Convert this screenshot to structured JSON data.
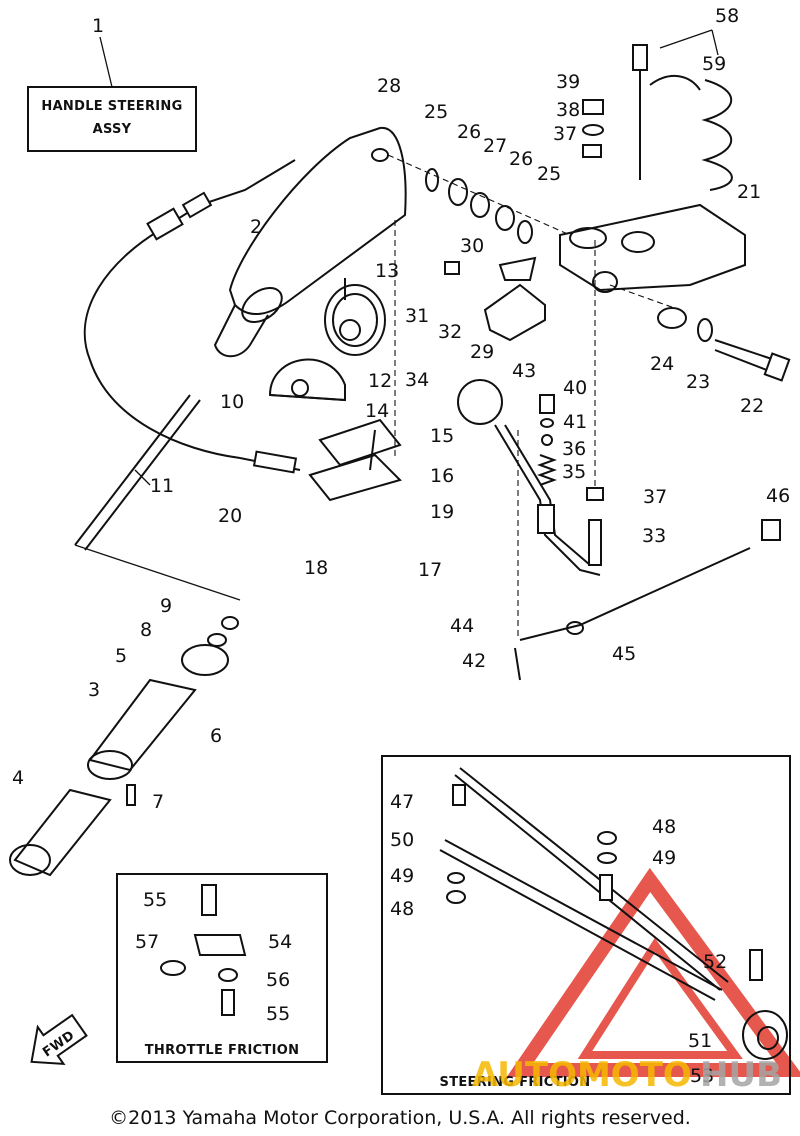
{
  "diagram": {
    "title_box": {
      "line1": "HANDLE STEERING",
      "line2": "ASSY",
      "callout": "1"
    },
    "insets": {
      "throttle_friction": "THROTTLE FRICTION",
      "steering_friction": "STEERING FRICTION",
      "fwd_arrow": "FWD"
    },
    "callouts": {
      "c2": "2",
      "c3": "3",
      "c4": "4",
      "c5": "5",
      "c6": "6",
      "c7": "7",
      "c8": "8",
      "c9": "9",
      "c10": "10",
      "c11": "11",
      "c12": "12",
      "c13": "13",
      "c14": "14",
      "c15": "15",
      "c16": "16",
      "c17": "17",
      "c18": "18",
      "c19": "19",
      "c20": "20",
      "c21": "21",
      "c22": "22",
      "c23": "23",
      "c24": "24",
      "c25a": "25",
      "c25b": "25",
      "c26a": "26",
      "c26b": "26",
      "c27": "27",
      "c28": "28",
      "c29": "29",
      "c30": "30",
      "c31": "31",
      "c32": "32",
      "c33": "33",
      "c34": "34",
      "c35": "35",
      "c36": "36",
      "c37a": "37",
      "c37b": "37",
      "c38": "38",
      "c39": "39",
      "c40": "40",
      "c41": "41",
      "c42": "42",
      "c43": "43",
      "c44": "44",
      "c45": "45",
      "c46": "46",
      "c47": "47",
      "c48a": "48",
      "c48b": "48",
      "c49a": "49",
      "c49b": "49",
      "c50": "50",
      "c51": "51",
      "c52": "52",
      "c53": "53",
      "c54": "54",
      "c55a": "55",
      "c55b": "55",
      "c56": "56",
      "c57": "57",
      "c58": "58",
      "c59": "59"
    },
    "watermark": {
      "text_auto": "AUTOMOTO",
      "text_hub": "HUB",
      "color_auto": "#f6b800",
      "color_hub": "#a5a5a5",
      "triangle_color": "#e23b2e"
    },
    "copyright": "©2013 Yamaha Motor Corporation, U.S.A. All rights reserved."
  }
}
